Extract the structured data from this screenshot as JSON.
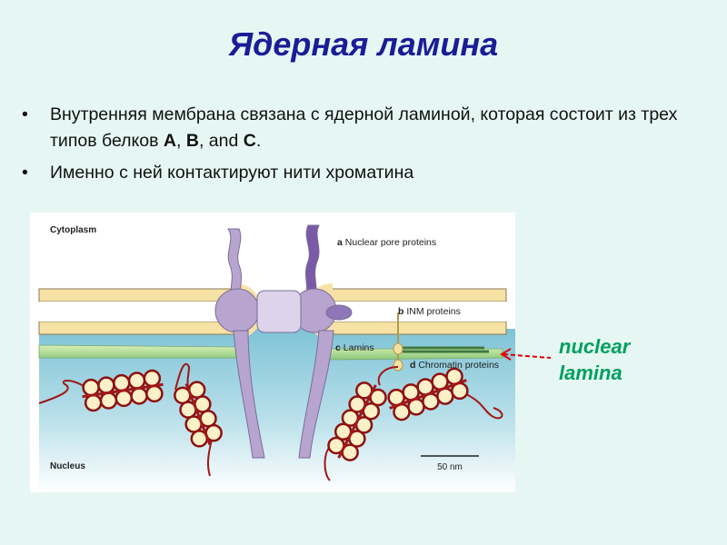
{
  "slide": {
    "title": "Ядерная ламина",
    "bullets": [
      {
        "text_before": "Внутренняя мембрана связана с ядерной ламиной, которая состоит из трех типов белков ",
        "a": "A",
        "sep1": ", ",
        "b": "B",
        "sep2": ", and ",
        "c": "C",
        "end": "."
      },
      {
        "text": "Именно с ней контактируют нити хроматина"
      }
    ]
  },
  "diagram": {
    "region_top": "Cytoplasm",
    "region_bottom": "Nucleus",
    "labels": [
      {
        "letter": "a",
        "text": "Nuclear pore proteins"
      },
      {
        "letter": "b",
        "text": "INM proteins"
      },
      {
        "letter": "c",
        "text": "Lamins"
      },
      {
        "letter": "d",
        "text": "Chromatin proteins"
      }
    ],
    "scale_bar": "50 nm"
  },
  "annotation": {
    "line1": "nuclear",
    "line2": "lamina",
    "color": "#00a060",
    "arrow_color": "#e00000"
  }
}
